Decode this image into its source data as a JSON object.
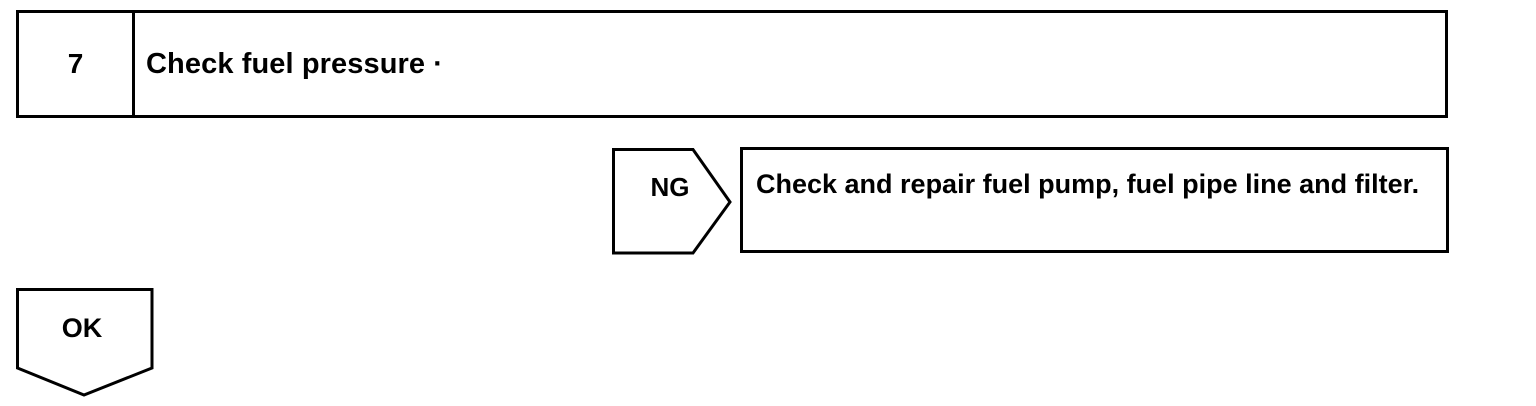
{
  "step": {
    "number": "7",
    "title": "Check fuel pressure ·"
  },
  "ng_branch": {
    "label": "NG",
    "action": "Check and repair fuel pump, fuel pipe line and filter."
  },
  "ok_branch": {
    "label": "OK"
  }
}
